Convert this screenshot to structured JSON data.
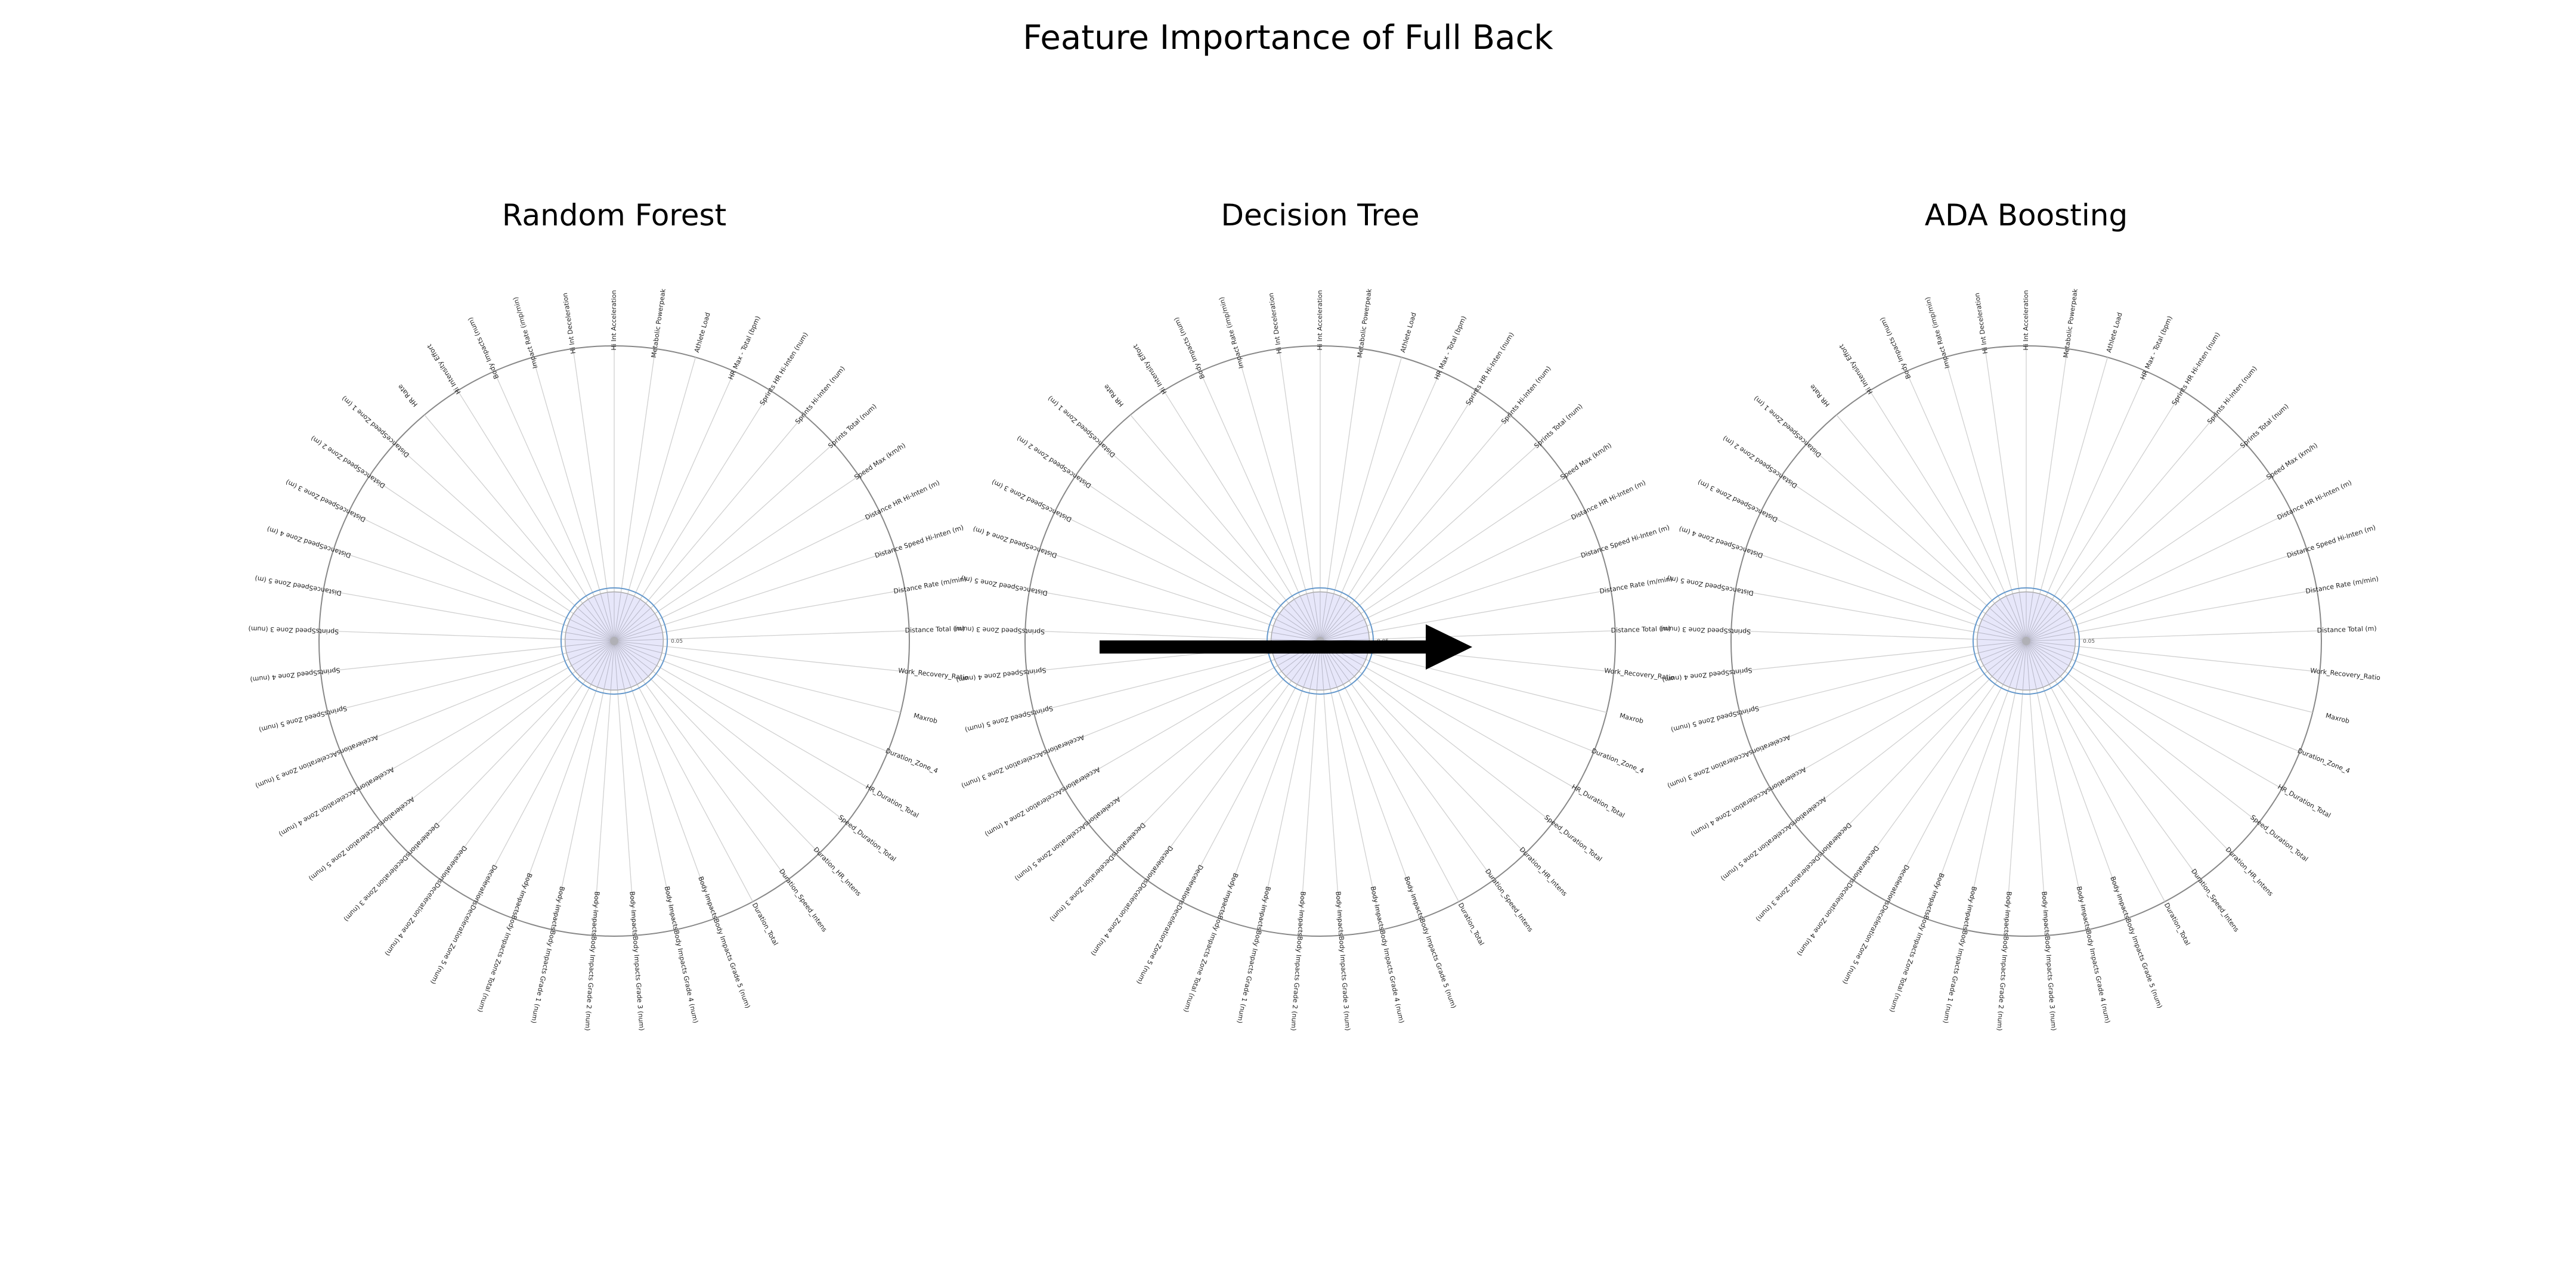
{
  "figure": {
    "title": "Feature Importance of Full Back"
  },
  "features": [
    "Hi Int Acceleration",
    "Metabolic Powerpeak",
    "Athlete Load",
    "HR Max - Total (bpm)",
    "Sprints HR Hi-Inten (num)",
    "Sprints Hi-Inten (num)",
    "Sprints Total (num)",
    "Speed Max (km/h)",
    "Distance HR Hi-Inten (m)",
    "Distance Speed Hi-Inten (m)",
    "Distance Rate (m/min)",
    "Distance Total (m)",
    "Work_Recovery_Ratio",
    "Maxrob",
    "Duration_Zone_4",
    "HR_Duration_Total",
    "Speed_Duration_Total",
    "Duration_HR_Intens",
    "Duration_Speed_Intens",
    "Duration_Total",
    "Body ImpactsBody Impacts Grade 5 (num)",
    "Body ImpactsBody Impacts Grade 4 (num)",
    "Body ImpactsBody Impacts Grade 3 (num)",
    "Body ImpactsBody Impacts Grade 2 (num)",
    "Body ImpactsBody Impacts Grade 1 (num)",
    "Body ImpactsBody Impacts Zone Total (num)",
    "DecelerationsDeceleration Zone 5 (num)",
    "DecelerationsDeceleration Zone 4 (num)",
    "DecelerationsDeceleration Zone 3 (num)",
    "AccelerationsAcceleration Zone 5 (num)",
    "AccelerationsAcceleration Zone 4 (num)",
    "AccelerationsAcceleration Zone 3 (num)",
    "SprintsSpeed Zone 5 (num)",
    "SprintsSpeed Zone 4 (num)",
    "SprintsSpeed Zone 3 (num)",
    "DistanceSpeed Zone 5 (m)",
    "DistanceSpeed Zone 4 (m)",
    "DistanceSpeed Zone 3 (m)",
    "DistanceSpeed Zone 2 (m)",
    "DistanceSpeed Zone 1 (m)",
    "HR Rate",
    "Hi Intensity Effort",
    "Body Impacts (num)",
    "Impact Rate (imp/min)",
    "Hi Int Deceleration"
  ],
  "chart_data": [
    {
      "type": "radar",
      "title": "Random Forest",
      "rlim": [
        0,
        0.3
      ],
      "rtick_label": "0.05",
      "values_uniform": 0.05,
      "fill_color": "#e6e6fa",
      "edge_color": "#a9a9a9",
      "tick_ring_color": "#6699cc",
      "grid": true
    },
    {
      "type": "radar",
      "title": "Decision Tree",
      "rlim": [
        0,
        0.3
      ],
      "rtick_label": "0.05",
      "values_uniform": 0.05,
      "fill_color": "#e6e6fa",
      "edge_color": "#a9a9a9",
      "tick_ring_color": "#6699cc",
      "grid": true
    },
    {
      "type": "radar",
      "title": "ADA Boosting",
      "rlim": [
        0,
        0.3
      ],
      "rtick_label": "0.05",
      "values_uniform": 0.05,
      "fill_color": "#e6e6fa",
      "edge_color": "#a9a9a9",
      "tick_ring_color": "#6699cc",
      "grid": true
    }
  ],
  "annotation_arrow": {
    "color": "#000000",
    "over_chart": 1
  }
}
